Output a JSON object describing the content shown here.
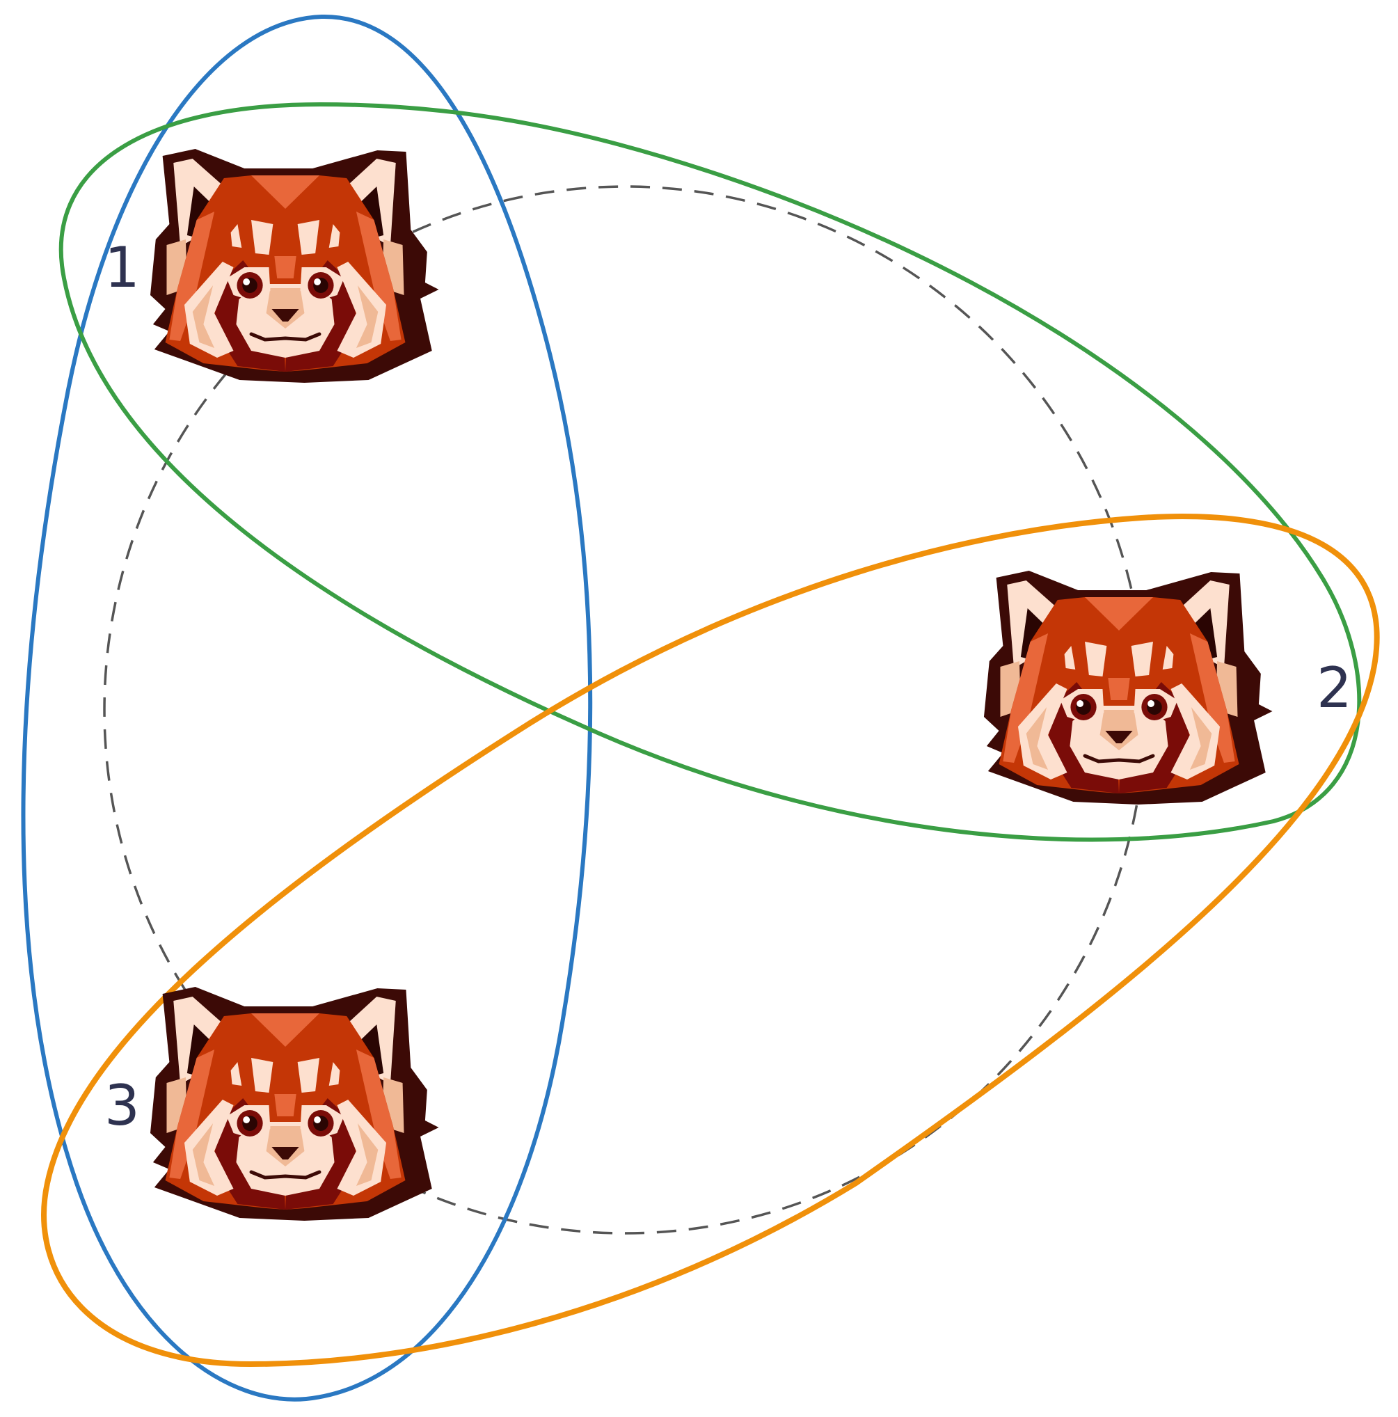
{
  "nodes": [
    {
      "id": "1",
      "label": "1",
      "icon": "red-panda-head-icon"
    },
    {
      "id": "2",
      "label": "2",
      "icon": "red-panda-head-icon"
    },
    {
      "id": "3",
      "label": "3",
      "icon": "red-panda-head-icon"
    }
  ],
  "groupings": [
    {
      "members": [
        "1",
        "3"
      ],
      "color": "#2a78c2"
    },
    {
      "members": [
        "1",
        "2"
      ],
      "color": "#3a9e44"
    },
    {
      "members": [
        "2",
        "3"
      ],
      "color": "#f0900a"
    }
  ],
  "ring": {
    "style": "dashed",
    "color": "#555555"
  },
  "colors": {
    "outline": "#3c0a06",
    "fur_dark": "#c43606",
    "fur_mid": "#e8673a",
    "fur_deep": "#7a0c08",
    "cream": "#fde0cf",
    "tan": "#f0b996"
  }
}
